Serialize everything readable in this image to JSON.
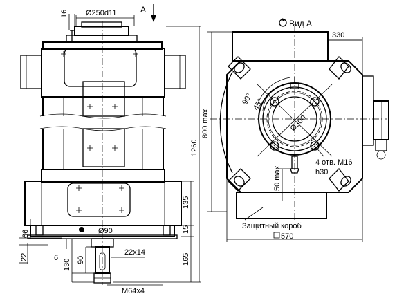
{
  "labels": {
    "view_arrow_letter": "A",
    "view_title": "Вид А",
    "diam_250": "Ø250d11",
    "dim_16": "16",
    "dim_1260": "1260",
    "dim_800": "800 max",
    "dim_135": "135",
    "dim_15": "15",
    "dim_165": "165",
    "diam_90": "Ø90",
    "dim_66": "66",
    "dim_22": "22",
    "dim_6": "6",
    "dim_130": "130",
    "dim_90": "90",
    "key_22x14": "22x14",
    "thread_m64": "M64x4",
    "dim_330": "330",
    "diam_300": "Ø300",
    "angle_90": "90°",
    "angle_45": "45°",
    "holes_note": "4 отв. M16",
    "depth_note": "h30",
    "dim_50": "50 max",
    "box_label": "Защитный короб",
    "square_570": "570"
  }
}
